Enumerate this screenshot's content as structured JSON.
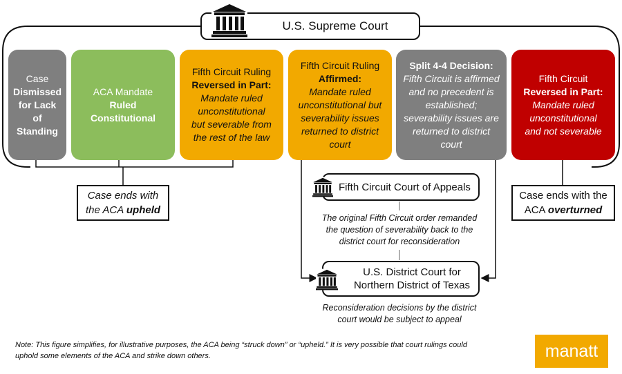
{
  "supreme_court": {
    "label": "U.S. Supreme Court",
    "icon": "courthouse-icon"
  },
  "outcomes": [
    {
      "id": "dismissed",
      "color": "#7f7f7f",
      "lines": [
        {
          "text": "Case",
          "style": "normal"
        },
        {
          "text": "Dismissed",
          "style": "bold"
        },
        {
          "text": "for Lack of",
          "style": "bold"
        },
        {
          "text": "Standing",
          "style": "bold"
        }
      ]
    },
    {
      "id": "constitutional",
      "color": "#8cbd5c",
      "lines": [
        {
          "text": "ACA Mandate",
          "style": "normal"
        },
        {
          "text": "Ruled",
          "style": "bold"
        },
        {
          "text": "Constitutional",
          "style": "bold"
        }
      ]
    },
    {
      "id": "reversed-severable",
      "color": "#f2a900",
      "lines": [
        {
          "text": "Fifth Circuit Ruling",
          "style": "normal"
        },
        {
          "text": "Reversed in Part:",
          "style": "bold"
        },
        {
          "text": "Mandate ruled",
          "style": "italic"
        },
        {
          "text": "unconstitutional",
          "style": "italic"
        },
        {
          "text": "but severable from",
          "style": "italic"
        },
        {
          "text": "the rest of the law",
          "style": "italic"
        }
      ]
    },
    {
      "id": "affirmed",
      "color": "#f2a900",
      "lines": [
        {
          "text": "Fifth Circuit Ruling",
          "style": "normal"
        },
        {
          "text": "Affirmed:",
          "style": "bold"
        },
        {
          "text": "Mandate ruled",
          "style": "italic"
        },
        {
          "text": "unconstitutional but",
          "style": "italic"
        },
        {
          "text": "severability issues",
          "style": "italic"
        },
        {
          "text": "returned to district",
          "style": "italic"
        },
        {
          "text": "court",
          "style": "italic"
        }
      ]
    },
    {
      "id": "split",
      "color": "#7f7f7f",
      "lines": [
        {
          "text": "Split 4-4 Decision:",
          "style": "bold"
        },
        {
          "text": "Fifth Circuit is affirmed",
          "style": "italic"
        },
        {
          "text": "and no precedent is",
          "style": "italic"
        },
        {
          "text": "established;",
          "style": "italic"
        },
        {
          "text": "severability issues are",
          "style": "italic"
        },
        {
          "text": "returned to district",
          "style": "italic"
        },
        {
          "text": "court",
          "style": "italic"
        }
      ]
    },
    {
      "id": "reversed-not-severable",
      "color": "#c00000",
      "lines": [
        {
          "text": "Fifth Circuit",
          "style": "normal"
        },
        {
          "text": "Reversed in Part:",
          "style": "bold"
        },
        {
          "text": "Mandate ruled",
          "style": "italic"
        },
        {
          "text": "unconstitutional",
          "style": "italic"
        },
        {
          "text": "and not severable",
          "style": "italic"
        }
      ]
    }
  ],
  "upheld_box": {
    "line1": "Case ends with",
    "line2_prefix": "the ACA ",
    "line2_emph": "upheld"
  },
  "overturned_box": {
    "line1": "Case ends with the",
    "line2_prefix": "ACA ",
    "line2_emph": "overturned"
  },
  "fifth_circuit": {
    "label": "Fifth Circuit Court of Appeals",
    "icon": "courthouse-icon"
  },
  "remand_note": {
    "line1": "The original Fifth Circuit order remanded",
    "line2": "the question of severability back to the",
    "line3": "district court for reconsideration"
  },
  "district_court": {
    "line1": "U.S. District Court for",
    "line2": "Northern District of Texas",
    "icon": "courthouse-icon"
  },
  "appeal_note": {
    "line1": "Reconsideration decisions by the district",
    "line2": "court would be subject to appeal"
  },
  "footnote": {
    "line1": "Note: This figure simplifies, for illustrative purposes, the ACA being “struck down” or “upheld.” It is very possible that court rulings could",
    "line2": "uphold some elements of the ACA and strike down others."
  },
  "logo": {
    "text": "manatt",
    "color": "#f2a900"
  },
  "colors": {
    "gray": "#7f7f7f",
    "green": "#8cbd5c",
    "amber": "#f2a900",
    "red": "#c00000"
  }
}
